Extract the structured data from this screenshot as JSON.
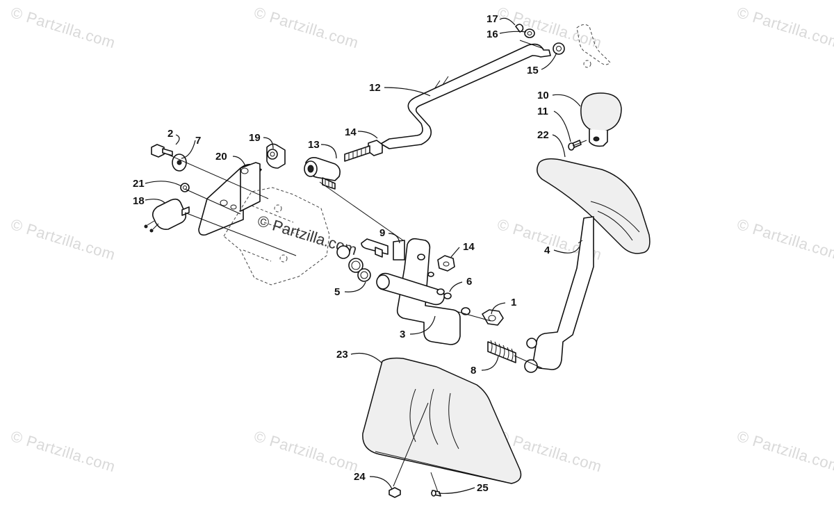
{
  "watermark": "© Partzilla.com",
  "callouts": {
    "c1": "1",
    "c2": "2",
    "c3": "3",
    "c4": "4",
    "c5": "5",
    "c6": "6",
    "c7": "7",
    "c8": "8",
    "c9": "9",
    "c10": "10",
    "c11": "11",
    "c12": "12",
    "c13": "13",
    "c14a": "14",
    "c14b": "14",
    "c15": "15",
    "c16": "16",
    "c17": "17",
    "c18": "18",
    "c19": "19",
    "c20": "20",
    "c21": "21",
    "c22": "22",
    "c23": "23",
    "c24": "24",
    "c25": "25"
  }
}
